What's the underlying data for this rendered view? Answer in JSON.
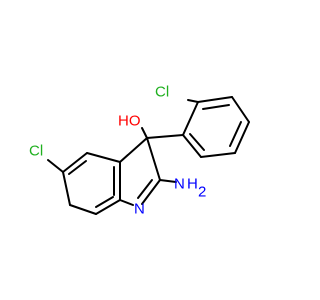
{
  "molecule": {
    "labels": {
      "chlorine_aryl": "Cl",
      "chlorine_indole": "Cl",
      "hydroxyl": "HO",
      "amino_n": "N",
      "amino_h": "H",
      "amino_sub": "2",
      "imine_n": "N"
    },
    "colors": {
      "carbon_bond": "#000000",
      "chlorine": "#1fb01f",
      "oxygen": "#ff0000",
      "nitrogen": "#0000ff",
      "background": "#ffffff"
    }
  }
}
